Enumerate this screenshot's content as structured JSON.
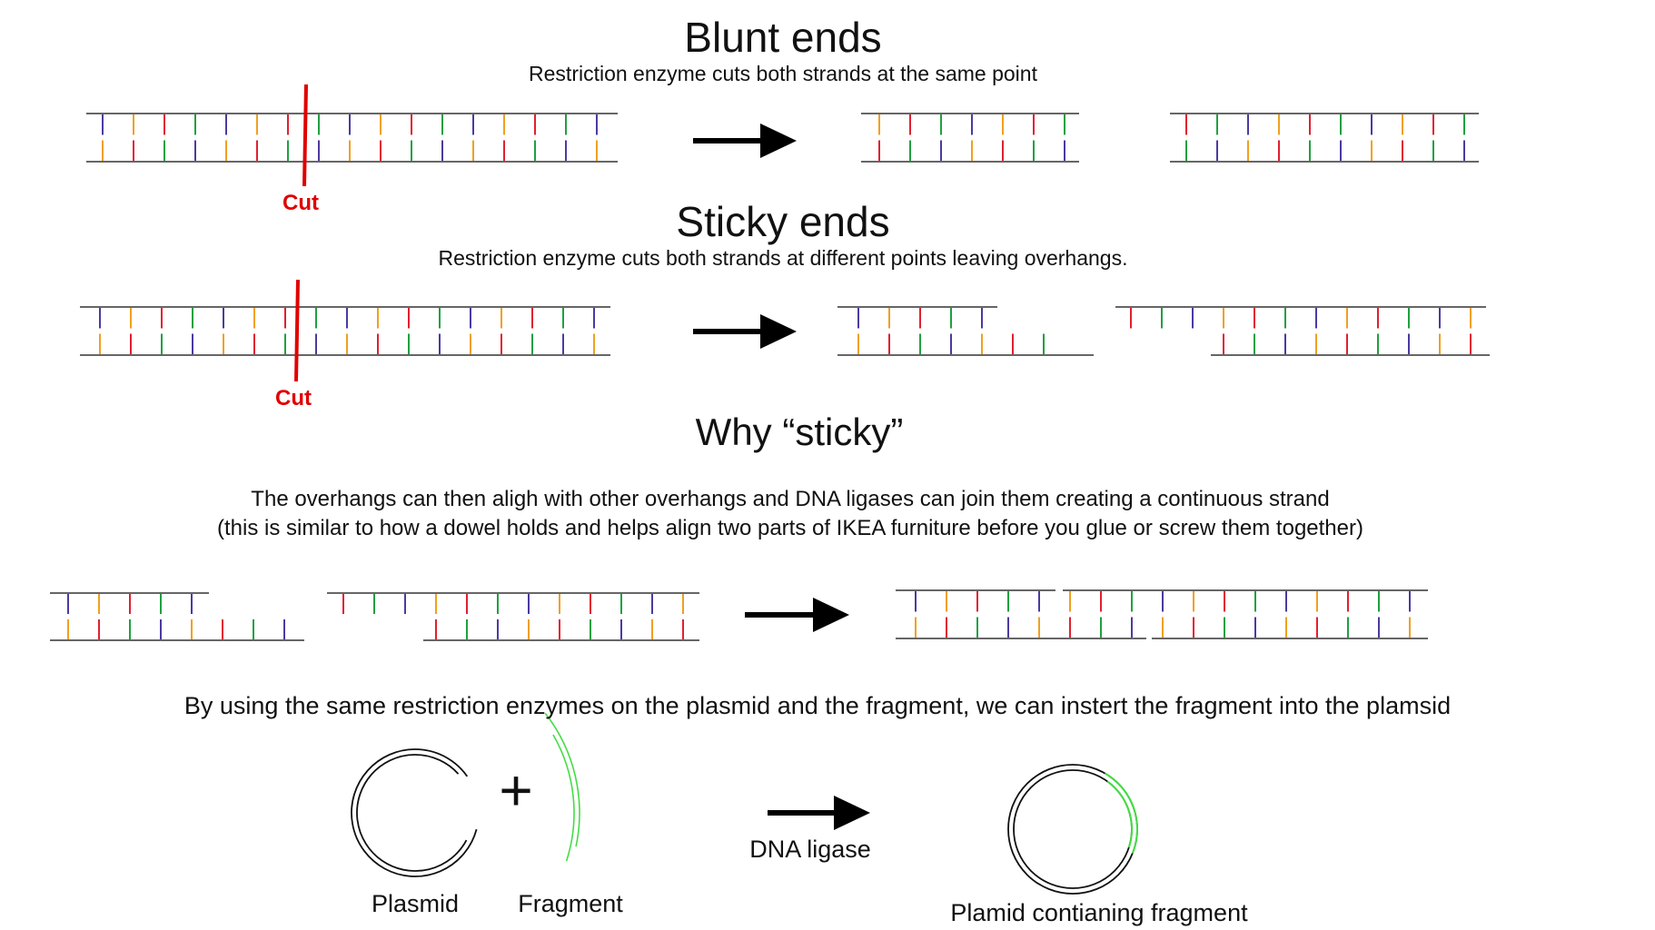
{
  "blunt": {
    "title": "Blunt ends",
    "subtitle": "Restriction enzyme cuts both strands at the same point",
    "cut_label": "Cut"
  },
  "sticky": {
    "title": "Sticky ends",
    "subtitle": "Restriction enzyme cuts both strands at different points leaving overhangs.",
    "cut_label": "Cut"
  },
  "why": {
    "title": "Why “sticky”",
    "line1": "The overhangs can then aligh with other overhangs and DNA ligases can join them creating a continuous strand",
    "line2": "(this is similar to how a dowel holds and helps align two parts of IKEA furniture before you glue or screw them together)"
  },
  "plasmid": {
    "intro": "By using the same restriction enzymes on the plasmid and the fragment, we can instert the fragment into the plamsid",
    "plasmid_label": "Plasmid",
    "plus": "+",
    "fragment_label": "Fragment",
    "ligase_label": "DNA ligase",
    "result_label": "Plamid contianing fragment"
  },
  "colors": {
    "base_cycle": [
      "#4b3aa0",
      "#f0a020",
      "#e02030",
      "#20a040"
    ],
    "cut": "#e00000",
    "fragment": "#44dd44",
    "strand": "#333333",
    "arrow": "#000000"
  }
}
